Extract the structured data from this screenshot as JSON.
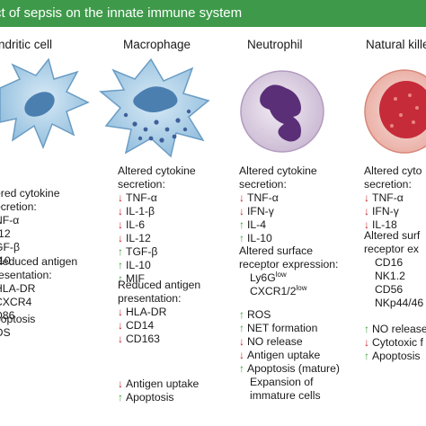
{
  "banner": {
    "title": "ct of sepsis on the innate immune system",
    "color": "#3e9a4a"
  },
  "colors": {
    "down_arrow": "#c8202a",
    "up_arrow": "#3a9a3a"
  },
  "columns": [
    {
      "id": "dendritic",
      "title": "ndritic cell",
      "groups": [
        {
          "heading": "ered cytokine",
          "items": [
            {
              "text": "ecretion:",
              "arrow": "none"
            },
            {
              "text": "NF-α",
              "arrow": "none"
            },
            {
              "text": "-12",
              "arrow": "none"
            },
            {
              "text": "GF-β",
              "arrow": "none"
            },
            {
              "text": "-10",
              "arrow": "none"
            }
          ]
        },
        {
          "heading": "Reduced antigen",
          "items": [
            {
              "text": "resentation:",
              "arrow": "none"
            },
            {
              "text": "HLA-DR",
              "arrow": "none"
            },
            {
              "text": "CXCR4",
              "arrow": "none"
            },
            {
              "text": "D86",
              "arrow": "none"
            }
          ]
        },
        {
          "heading": "",
          "items": [
            {
              "text": "poptosis",
              "arrow": "none"
            },
            {
              "text": "OS",
              "arrow": "none"
            }
          ]
        }
      ]
    },
    {
      "id": "macrophage",
      "title": "Macrophage",
      "groups": [
        {
          "heading": "Altered cytokine",
          "items": [
            {
              "text": "secretion:",
              "arrow": "none"
            },
            {
              "text": "TNF-α",
              "arrow": "down"
            },
            {
              "text": "IL-1-β",
              "arrow": "down"
            },
            {
              "text": "IL-6",
              "arrow": "down"
            },
            {
              "text": "IL-12",
              "arrow": "down"
            },
            {
              "text": "TGF-β",
              "arrow": "up"
            },
            {
              "text": "IL-10",
              "arrow": "up"
            },
            {
              "text": "MIF",
              "arrow": "up"
            }
          ]
        },
        {
          "heading": "Reduced antigen",
          "items": [
            {
              "text": "presentation:",
              "arrow": "none"
            },
            {
              "text": "HLA-DR",
              "arrow": "down"
            },
            {
              "text": "CD14",
              "arrow": "down"
            },
            {
              "text": "CD163",
              "arrow": "down"
            }
          ]
        },
        {
          "heading": "",
          "items": [
            {
              "text": "Antigen uptake",
              "arrow": "down"
            },
            {
              "text": "Apoptosis",
              "arrow": "up"
            }
          ]
        }
      ]
    },
    {
      "id": "neutrophil",
      "title": "Neutrophil",
      "groups": [
        {
          "heading": "Altered cytokine",
          "items": [
            {
              "text": "secretion:",
              "arrow": "none"
            },
            {
              "text": "TNF-α",
              "arrow": "down"
            },
            {
              "text": "IFN-γ",
              "arrow": "down"
            },
            {
              "text": "IL-4",
              "arrow": "up"
            },
            {
              "text": "IL-10",
              "arrow": "up"
            }
          ]
        },
        {
          "heading": "Altered surface",
          "items": [
            {
              "text": "receptor expression:",
              "arrow": "none"
            },
            {
              "text": "Ly6G",
              "sup": "low",
              "arrow": "none",
              "indent": true
            },
            {
              "text": "CXCR1/2",
              "sup": "low",
              "arrow": "none",
              "indent": true
            }
          ]
        },
        {
          "heading": "",
          "items": [
            {
              "text": "ROS",
              "arrow": "up"
            },
            {
              "text": "NET formation",
              "arrow": "up"
            },
            {
              "text": "NO release",
              "arrow": "down"
            },
            {
              "text": "Antigen uptake",
              "arrow": "down"
            },
            {
              "text": "Apoptosis (mature)",
              "arrow": "up"
            },
            {
              "text": "Expansion of",
              "arrow": "none",
              "indent": true
            },
            {
              "text": "immature cells",
              "arrow": "none",
              "indent": true
            }
          ]
        }
      ]
    },
    {
      "id": "nk",
      "title": "Natural kille",
      "groups": [
        {
          "heading": "Altered cyto",
          "items": [
            {
              "text": "secretion:",
              "arrow": "none"
            },
            {
              "text": "TNF-α",
              "arrow": "down"
            },
            {
              "text": "IFN-γ",
              "arrow": "down"
            },
            {
              "text": "IL-18",
              "arrow": "down"
            }
          ]
        },
        {
          "heading": "Altered surf",
          "items": [
            {
              "text": "receptor ex",
              "arrow": "none"
            },
            {
              "text": "CD16",
              "arrow": "none",
              "indent": true
            },
            {
              "text": "NK1.2",
              "arrow": "none",
              "indent": true
            },
            {
              "text": "CD56",
              "arrow": "none",
              "indent": true
            },
            {
              "text": "NKp44/46",
              "arrow": "none",
              "indent": true
            }
          ]
        },
        {
          "heading": "",
          "items": [
            {
              "text": "NO release",
              "arrow": "up"
            },
            {
              "text": "Cytotoxic f",
              "arrow": "down"
            },
            {
              "text": "Apoptosis",
              "arrow": "up"
            }
          ]
        }
      ]
    }
  ]
}
